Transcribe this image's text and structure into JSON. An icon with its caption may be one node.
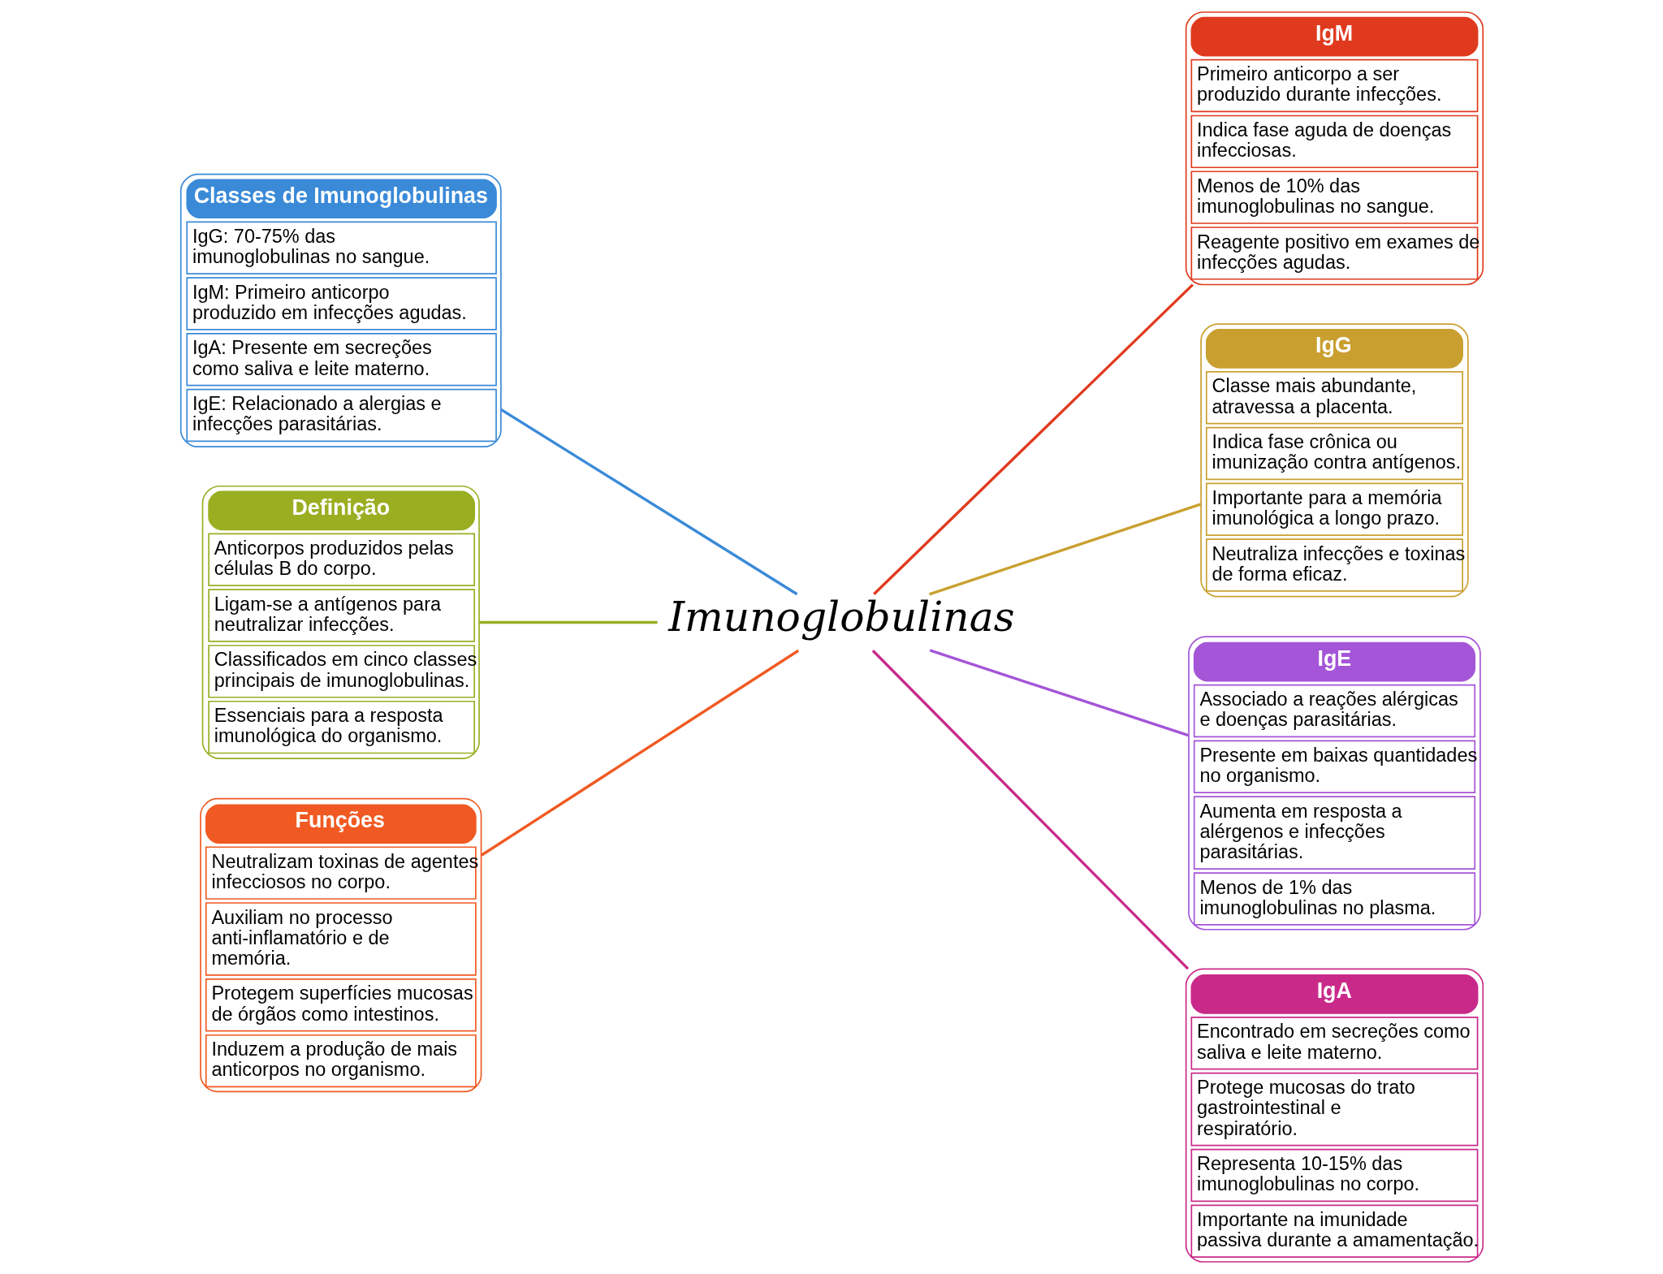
{
  "diagram": {
    "nodes": [
      {
        "text": [
          "Imunoglobulinas"
        ]
      },
      {
        "text": [
          "Classes de Imunoglobulinas",
          "IgG: 70-75% das imunoglobulinas no sangue.",
          "IgM: Primeiro anticorpo produzido em infecções agudas.",
          "IgA: Presente em secreções como saliva e leite materno.",
          "IgE: Relacionado a alergias e infecções parasitárias."
        ]
      },
      {
        "text": [
          "IgM",
          "Primeiro anticorpo a ser produzido durante infecções.",
          "Indica fase aguda de doenças infecciosas.",
          "Menos de 10% das imunoglobulinas no sangue.",
          "Reagente positivo em exames de infecções agudas."
        ]
      },
      {
        "text": [
          "Definição",
          "Anticorpos produzidos pelas células B do corpo.",
          "Ligam-se a antígenos para neutralizar infecções.",
          "Classificados em cinco classes principais de imunoglobulinas.",
          "Essenciais para a resposta imunológica do organismo."
        ]
      },
      {
        "text": [
          "IgG",
          "Classe mais abundante, atravessa a placenta.",
          "Indica fase crônica ou imunização contra antígenos.",
          "Importante para a memória imunológica a longo prazo.",
          "Neutraliza infecções e toxinas de forma eficaz."
        ]
      },
      {
        "text": [
          "Funções",
          "Neutralizam toxinas de agentes infecciosos no corpo.",
          "Auxiliam no processo anti-inflamatório e de memória.",
          "Protegem superfícies mucosas de órgãos como intestinos.",
          "Induzem a produção de mais anticorpos no organismo."
        ]
      },
      {
        "text": [
          "IgE",
          "Associado a reações alérgicas e doenças parasitárias.",
          "Presente em baixas quantidades no organismo.",
          "Aumenta em resposta a alérgenos e infecções parasitárias.",
          "Menos de 1% das imunoglobulinas no plasma."
        ]
      },
      {
        "text": [
          "IgA",
          "Encontrado em secreções como saliva e leite materno.",
          "Protege mucosas do trato gastrointestinal e respiratório.",
          "Representa 10-15% das imunoglobulinas no corpo.",
          "Importante na imunidade passiva durante a amamentação."
        ]
      }
    ],
    "edges": [
      {
        "from": 0,
        "to": 1,
        "arrow": "none",
        "color": "#3a8ad8"
      },
      {
        "from": 0,
        "to": 2,
        "arrow": "none",
        "color": "#e03a1e"
      },
      {
        "from": 0,
        "to": 3,
        "arrow": "none",
        "color": "#9aae22"
      },
      {
        "from": 0,
        "to": 4,
        "arrow": "none",
        "color": "#c9a030"
      },
      {
        "from": 0,
        "to": 5,
        "arrow": "none",
        "color": "#f05a22"
      },
      {
        "from": 0,
        "to": 6,
        "arrow": "none",
        "color": "#a455d8"
      },
      {
        "from": 0,
        "to": 7,
        "arrow": "none",
        "color": "#c92a8a"
      }
    ]
  }
}
